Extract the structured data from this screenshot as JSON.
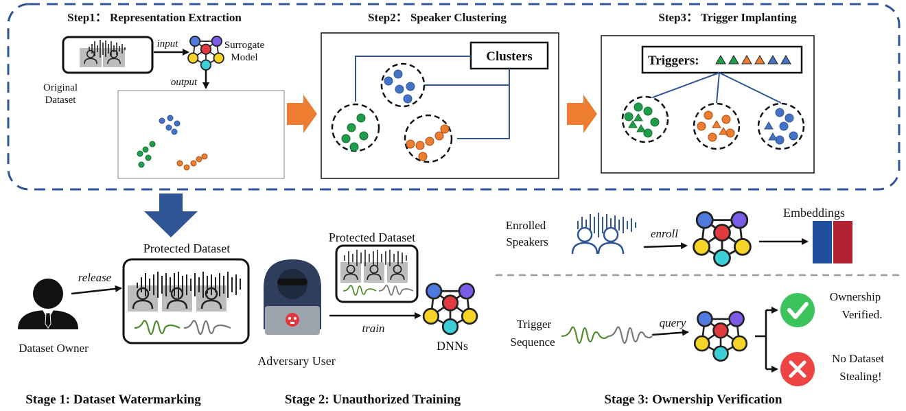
{
  "step1": {
    "title": "Step1： Representation Extraction",
    "input_label": "input",
    "output_label": "output",
    "model_label_1": "Surrogate",
    "model_label_2": "Model",
    "dataset_label_1": "Original",
    "dataset_label_2": "Dataset"
  },
  "step2": {
    "title": "Step2： Speaker Clustering",
    "clusters_label": "Clusters"
  },
  "step3": {
    "title": "Step3： Trigger Implanting",
    "triggers_label": "Triggers:"
  },
  "stage1": {
    "protected_dataset": "Protected Dataset",
    "release_label": "release",
    "owner_label": "Dataset Owner",
    "title": "Stage 1: Dataset Watermarking"
  },
  "stage2": {
    "protected_dataset": "Protected Dataset",
    "train_label": "train",
    "adversary_label": "Adversary User",
    "dnns_label": "DNNs",
    "title": "Stage 2: Unauthorized Training"
  },
  "stage3": {
    "enrolled_1": "Enrolled",
    "enrolled_2": "Speakers",
    "enroll_label": "enroll",
    "embeddings_label": "Embeddings",
    "trigger_1": "Trigger",
    "trigger_2": "Sequence",
    "query_label": "query",
    "verified_1": "Ownership",
    "verified_2": "Verified.",
    "no_steal_1": "No Dataset",
    "no_steal_2": "Stealing!",
    "title": "Stage 3: Ownership Verification"
  },
  "colors": {
    "blue": "#4472C4",
    "green": "#1E9E4A",
    "orange": "#ED7D31",
    "dark_blue": "#2F5597",
    "nn_purple": "#7B5CE6",
    "nn_red": "#E0393E",
    "nn_yellow": "#F5D327",
    "nn_cyan": "#3CCFD8",
    "nn_blue": "#4E7AE0",
    "check_green": "#3CC45C",
    "cross_red": "#EF4444",
    "embed_blue": "#1F4E9C",
    "embed_red": "#B22234"
  }
}
